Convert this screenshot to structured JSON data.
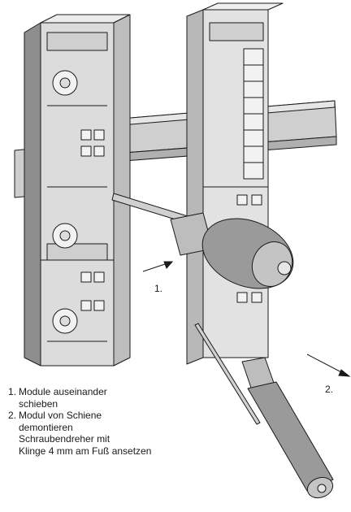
{
  "callouts": {
    "step1": "1.",
    "step2": "2."
  },
  "instructions": [
    {
      "number": "1.",
      "text": "Module auseinander\nschieben"
    },
    {
      "number": "2.",
      "text": "Modul von Schiene\ndemontieren\nSchraubendreher mit\nKlinge 4 mm am Fuß ansetzen"
    }
  ],
  "colors": {
    "line": "#1a1a1a",
    "module_fill": "#dcdcdc",
    "module_shade": "#b8b8b8",
    "rail_fill": "#cfcfcf",
    "handle_fill": "#9a9a9a"
  }
}
